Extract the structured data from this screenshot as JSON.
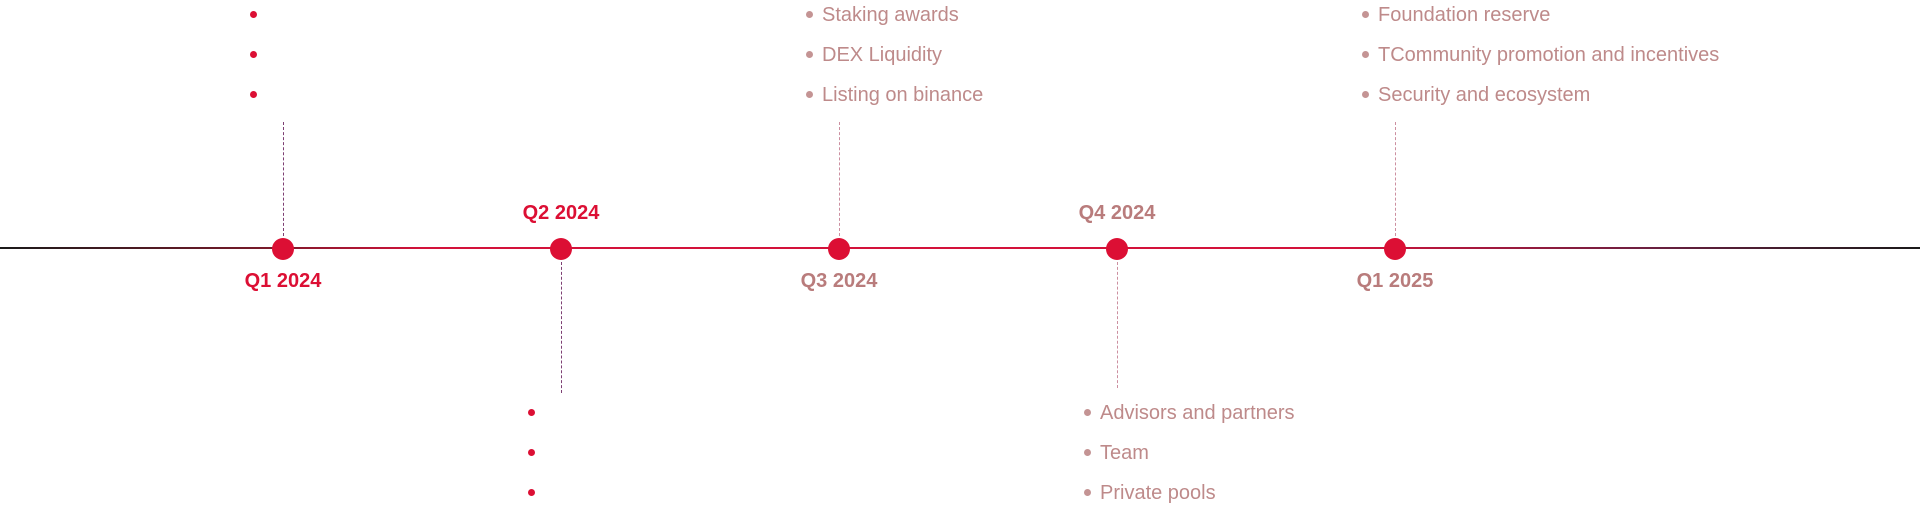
{
  "colors": {
    "accent": "#dc0f34",
    "muted_label": "#b97c7c",
    "muted_text": "#be8a8a",
    "axis_dark": "#1a1a1a"
  },
  "roadmap": {
    "milestones": [
      {
        "label": "Q1 2024",
        "state": "active",
        "items": [
          "",
          "",
          ""
        ]
      },
      {
        "label": "Q2 2024",
        "state": "active",
        "items": [
          "",
          "",
          ""
        ]
      },
      {
        "label": "Q3 2024",
        "state": "muted",
        "items": [
          "Staking awards",
          "DEX Liquidity",
          "Listing on binance"
        ]
      },
      {
        "label": "Q4 2024",
        "state": "muted",
        "items": [
          "Advisors and partners",
          "Team",
          "Private pools"
        ]
      },
      {
        "label": "Q1 2025",
        "state": "muted",
        "items": [
          "Foundation reserve",
          "TCommunity promotion and incentives",
          "Security and ecosystem"
        ]
      }
    ]
  }
}
